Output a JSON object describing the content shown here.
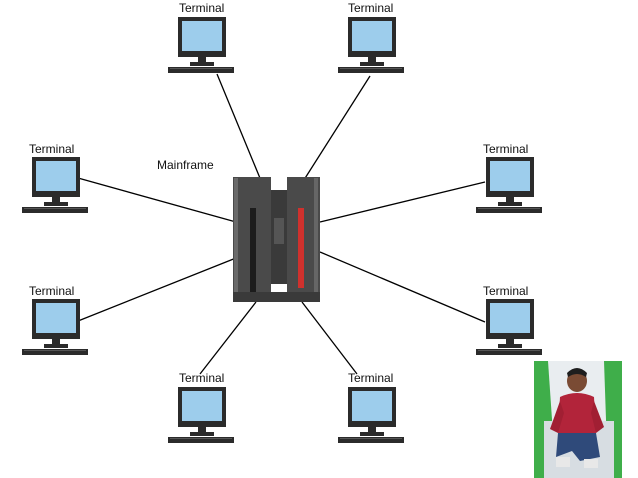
{
  "diagram": {
    "hub_label": "Mainframe",
    "terminal_label": "Terminal",
    "terminal_count": 8
  },
  "colors": {
    "screen": "#9dcdec",
    "monitor": "#2b2b2b",
    "server_body": "#4a4a4a",
    "server_accent": "#d0312d",
    "line": "#000000"
  },
  "photo": {
    "description_icon": "person-photo"
  }
}
